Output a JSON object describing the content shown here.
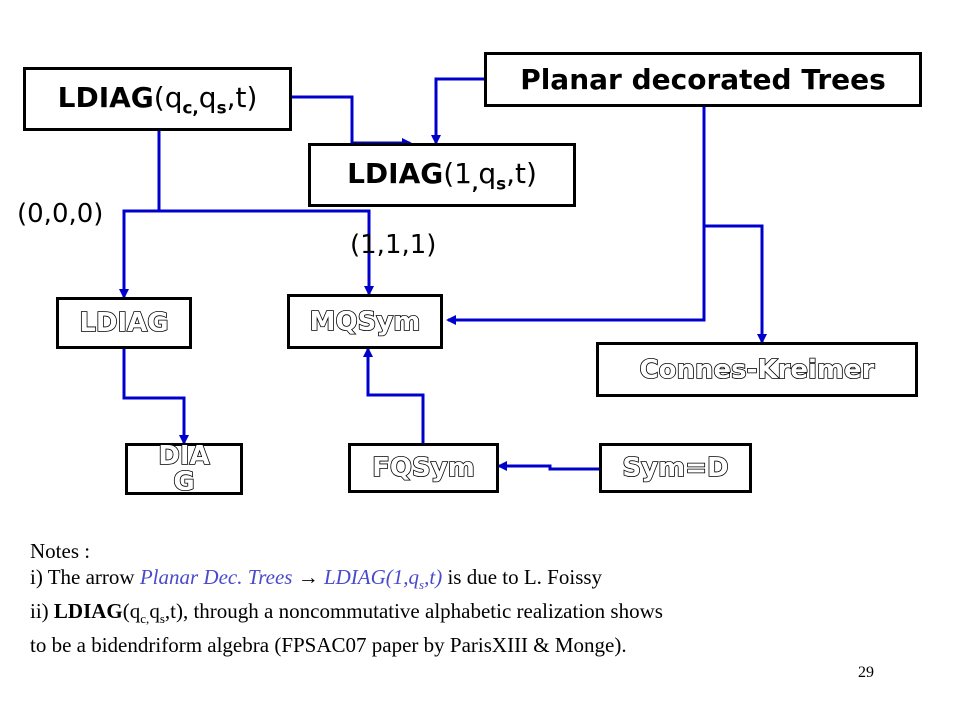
{
  "nodes": {
    "ldiag_qc": {
      "main": "LDIAG",
      "p1": "(q",
      "s1": "c,",
      "p2": "q",
      "s2": "s",
      "p3": ",t)"
    },
    "planar": {
      "label": "Planar decorated Trees"
    },
    "ldiag_1": {
      "main": "LDIAG",
      "p1": "(1",
      "s1": ",",
      "p2": "q",
      "s2": "s",
      "p3": ",t)"
    },
    "ldiag": {
      "label": "LDIAG"
    },
    "mqsym": {
      "label": "MQSym"
    },
    "connes": {
      "label": "Connes-Kreimer"
    },
    "diag": {
      "label": "DIAG"
    },
    "fqsym": {
      "label": "FQSym"
    },
    "symd": {
      "label": "Sym=D"
    }
  },
  "labels": {
    "zero": "(0,0,0)",
    "one": "(1,1,1)"
  },
  "notes": {
    "title": "Notes :",
    "line1": {
      "prefix": "i) The arrow ",
      "from": "Planar Dec. Trees",
      "arrow": " → ",
      "to_a": "LDIAG(1,q",
      "to_sub": "s",
      "to_b": ",t)",
      "suffix": " is due to L. Foissy"
    },
    "line2": {
      "prefix": "ii) ",
      "bold": "LDIAG",
      "a": "(q",
      "sub1": "c,",
      "b": "q",
      "sub2": "s",
      "c": ",t), through a noncommutative alphabetic realization shows"
    },
    "line3": "to be a bidendriform algebra (FPSAC07 paper by ParisXIII & Monge)."
  },
  "page_number": "29",
  "colors": {
    "arrow": "#0000cc",
    "border": "#000000",
    "note_italic": "#4a4acc"
  }
}
